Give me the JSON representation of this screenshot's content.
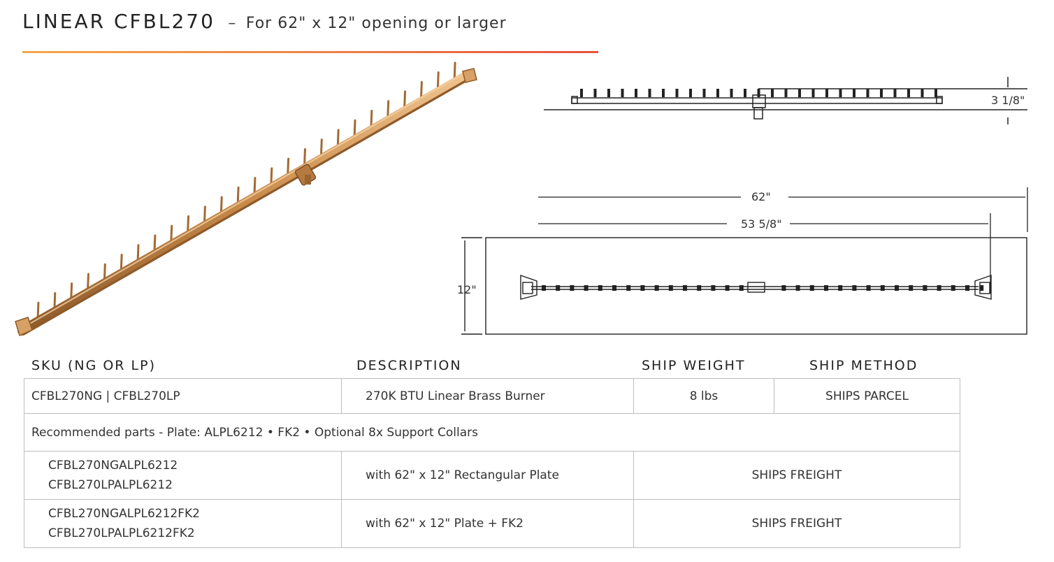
{
  "header": {
    "title": "LINEAR CFBL270",
    "separator": "–",
    "subtitle": "For 62\" x 12\" opening or larger"
  },
  "colors": {
    "accent_start": "#f6a54a",
    "accent_end": "#e8503c",
    "brass": "#c98a4a"
  },
  "drawing": {
    "height_dim": "3 1/8\"",
    "width_dim": "62\"",
    "burner_dim": "53 5/8\"",
    "depth_dim": "12\""
  },
  "table": {
    "headers": [
      "SKU (NG OR LP)",
      "DESCRIPTION",
      "SHIP WEIGHT",
      "SHIP METHOD"
    ],
    "main_row": {
      "sku": "CFBL270NG | CFBL270LP",
      "description": "270K BTU Linear Brass Burner",
      "weight": "8 lbs",
      "method": "SHIPS PARCEL"
    },
    "recommended": "Recommended parts - Plate: ALPL6212 • FK2 • Optional 8x Support Collars",
    "kits": [
      {
        "sku_ng": "CFBL270NGALPL6212",
        "sku_lp": "CFBL270LPALPL6212",
        "description": "with 62\" x 12\" Rectangular Plate",
        "method": "SHIPS FREIGHT"
      },
      {
        "sku_ng": "CFBL270NGALPL6212FK2",
        "sku_lp": "CFBL270LPALPL6212FK2",
        "description": "with 62\" x 12\" Plate + FK2",
        "method": "SHIPS FREIGHT"
      }
    ]
  }
}
